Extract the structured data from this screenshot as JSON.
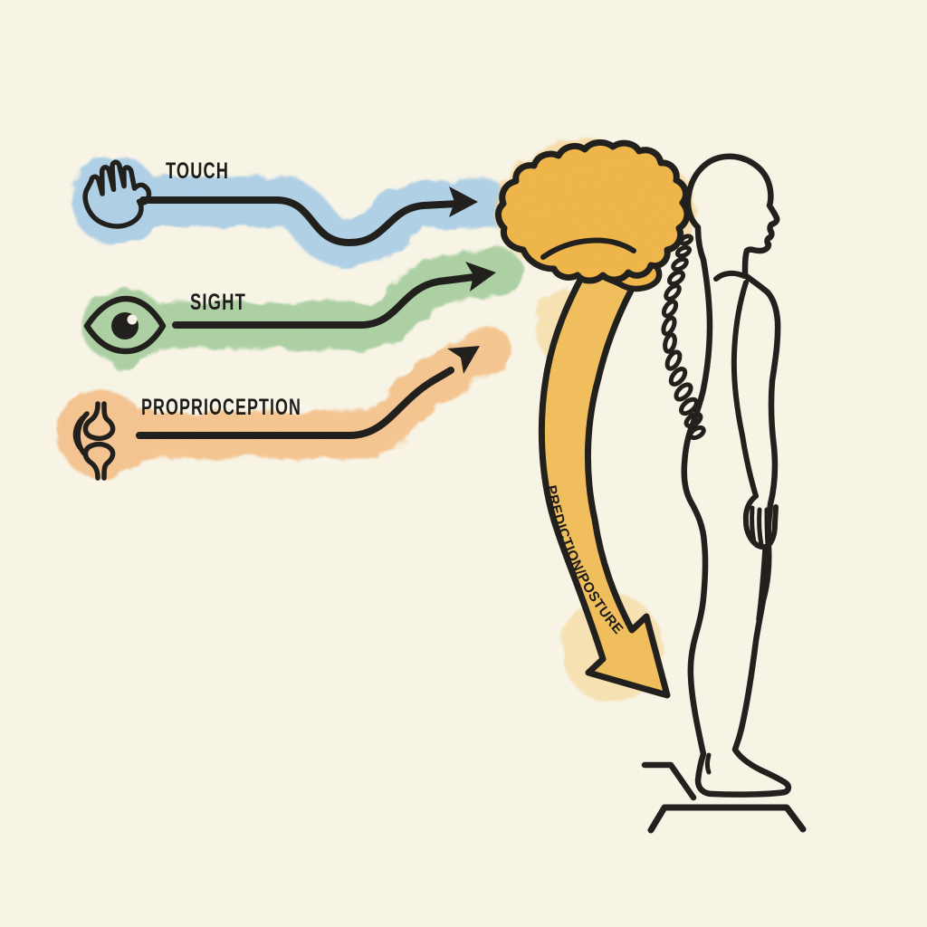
{
  "diagram": {
    "description": "watercolor illustration of sensory inputs feeding the brain which outputs posture prediction to a standing human figure",
    "colors": {
      "background": "#f8f5e7",
      "ink": "#211f1c",
      "touch_blue": "#a9cde6",
      "sight_green": "#a6cd9e",
      "proprioception_orange": "#f4c18a",
      "brain_yellow": "#efb64a",
      "arrow_yellow": "#f1bf5c",
      "brain_halo": "#f6cf82"
    },
    "inputs": [
      {
        "label": "TOUCH",
        "icon": "hand-icon",
        "color": "#a9cde6"
      },
      {
        "label": "SIGHT",
        "icon": "eye-icon",
        "color": "#a6cd9e"
      },
      {
        "label": "PROPRIOCEPTION",
        "icon": "joint-icon",
        "color": "#f4c18a"
      }
    ],
    "processor": {
      "icon": "brain-icon",
      "color": "#efb64a"
    },
    "output": {
      "label": "PREDICTION/POSTURE",
      "icon": "curved-arrow-down-icon",
      "color": "#f1bf5c"
    },
    "figure": {
      "icon": "standing-person-side-profile",
      "details": [
        "spine-vertebrae",
        "platform"
      ]
    }
  }
}
